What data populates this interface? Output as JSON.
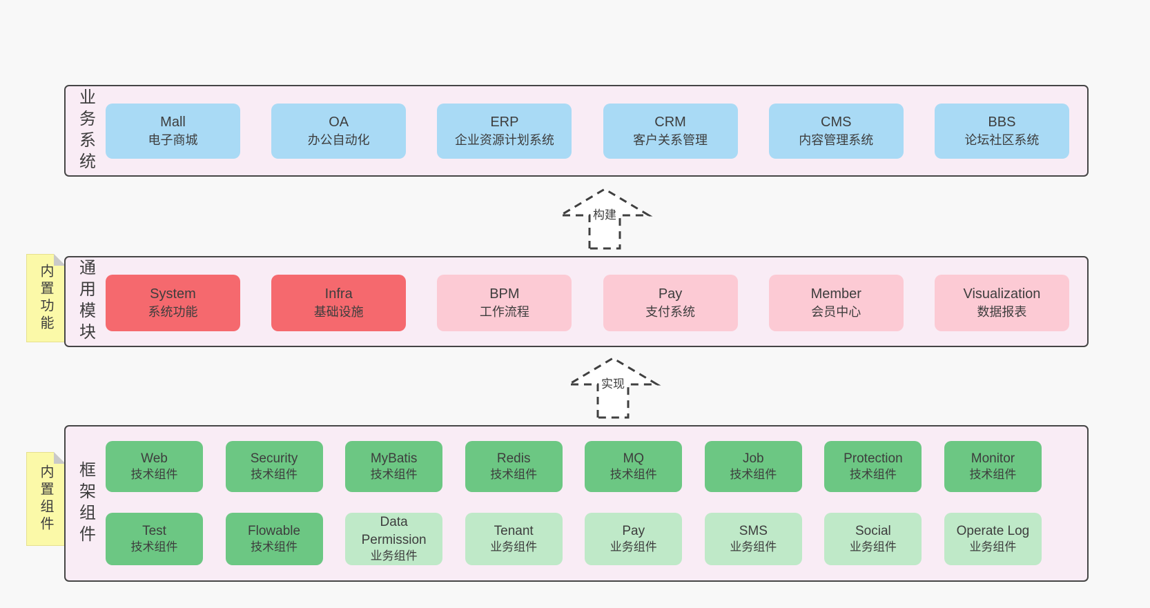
{
  "sections": {
    "business": {
      "label": "业务系统",
      "boxes": [
        {
          "name": "Mall",
          "subtitle": "电子商城",
          "variant": "blue"
        },
        {
          "name": "OA",
          "subtitle": "办公自动化",
          "variant": "blue"
        },
        {
          "name": "ERP",
          "subtitle": "企业资源计划系统",
          "variant": "blue"
        },
        {
          "name": "CRM",
          "subtitle": "客户关系管理",
          "variant": "blue"
        },
        {
          "name": "CMS",
          "subtitle": "内容管理系统",
          "variant": "blue"
        },
        {
          "name": "BBS",
          "subtitle": "论坛社区系统",
          "variant": "blue"
        }
      ]
    },
    "modules": {
      "label": "通用模块",
      "sticky": "内置功能",
      "boxes": [
        {
          "name": "System",
          "subtitle": "系统功能",
          "variant": "red"
        },
        {
          "name": "Infra",
          "subtitle": "基础设施",
          "variant": "red"
        },
        {
          "name": "BPM",
          "subtitle": "工作流程",
          "variant": "pink"
        },
        {
          "name": "Pay",
          "subtitle": "支付系统",
          "variant": "pink"
        },
        {
          "name": "Member",
          "subtitle": "会员中心",
          "variant": "pink"
        },
        {
          "name": "Visualization",
          "subtitle": "数据报表",
          "variant": "pink"
        }
      ]
    },
    "components": {
      "label": "框架组件",
      "sticky": "内置组件",
      "rows": [
        [
          {
            "name": "Web",
            "subtitle": "技术组件",
            "variant": "green"
          },
          {
            "name": "Security",
            "subtitle": "技术组件",
            "variant": "green"
          },
          {
            "name": "MyBatis",
            "subtitle": "技术组件",
            "variant": "green"
          },
          {
            "name": "Redis",
            "subtitle": "技术组件",
            "variant": "green"
          },
          {
            "name": "MQ",
            "subtitle": "技术组件",
            "variant": "green"
          },
          {
            "name": "Job",
            "subtitle": "技术组件",
            "variant": "green"
          },
          {
            "name": "Protection",
            "subtitle": "技术组件",
            "variant": "green"
          },
          {
            "name": "Monitor",
            "subtitle": "技术组件",
            "variant": "green"
          }
        ],
        [
          {
            "name": "Test",
            "subtitle": "技术组件",
            "variant": "green"
          },
          {
            "name": "Flowable",
            "subtitle": "技术组件",
            "variant": "green"
          },
          {
            "name": "Data Permission",
            "subtitle": "业务组件",
            "variant": "green-light"
          },
          {
            "name": "Tenant",
            "subtitle": "业务组件",
            "variant": "green-light"
          },
          {
            "name": "Pay",
            "subtitle": "业务组件",
            "variant": "green-light"
          },
          {
            "name": "SMS",
            "subtitle": "业务组件",
            "variant": "green-light"
          },
          {
            "name": "Social",
            "subtitle": "业务组件",
            "variant": "green-light"
          },
          {
            "name": "Operate Log",
            "subtitle": "业务组件",
            "variant": "green-light"
          }
        ]
      ]
    }
  },
  "arrows": [
    {
      "label": "构建"
    },
    {
      "label": "实现"
    }
  ],
  "colors": {
    "page_background": "#f8f8f8",
    "panel_background": "#f9ecf5",
    "panel_border": "#454545",
    "node_blue": "#a9daf5",
    "node_red": "#f5696e",
    "node_pink": "#fccad4",
    "node_green": "#6cc783",
    "node_green_light": "#bfe9c8",
    "sticky_yellow": "#fbf9a8",
    "sticky_fold": "#c9c9c9",
    "text": "#3d3d3d"
  }
}
